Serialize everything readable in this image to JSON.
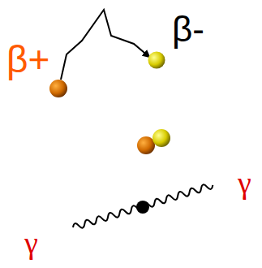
{
  "diagram": {
    "labels": [
      "β+",
      "β-",
      "γ",
      "γ"
    ]
  }
}
